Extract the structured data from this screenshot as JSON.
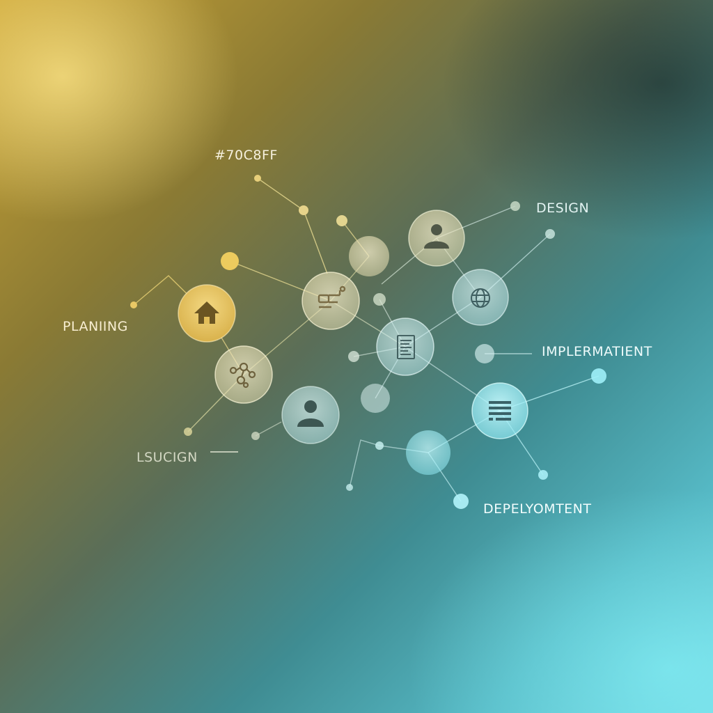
{
  "labels": {
    "code": "#70C8FF",
    "design": "DESIGN",
    "planning": "PLANIING",
    "implementation": "IMPLERMATIENT",
    "lsucign": "LSUCIGN",
    "deployment": "DEPELYOMTENT"
  },
  "icons": {
    "home": "home-icon",
    "user_top": "user-icon",
    "globe": "globe-icon",
    "connector": "connector-icon",
    "document": "document-icon",
    "network": "network-icon",
    "user_bottom": "user-icon",
    "list": "list-icon"
  },
  "colors": {
    "warm_accent": "#e6c35a",
    "cool_accent": "#7fe8f2"
  }
}
